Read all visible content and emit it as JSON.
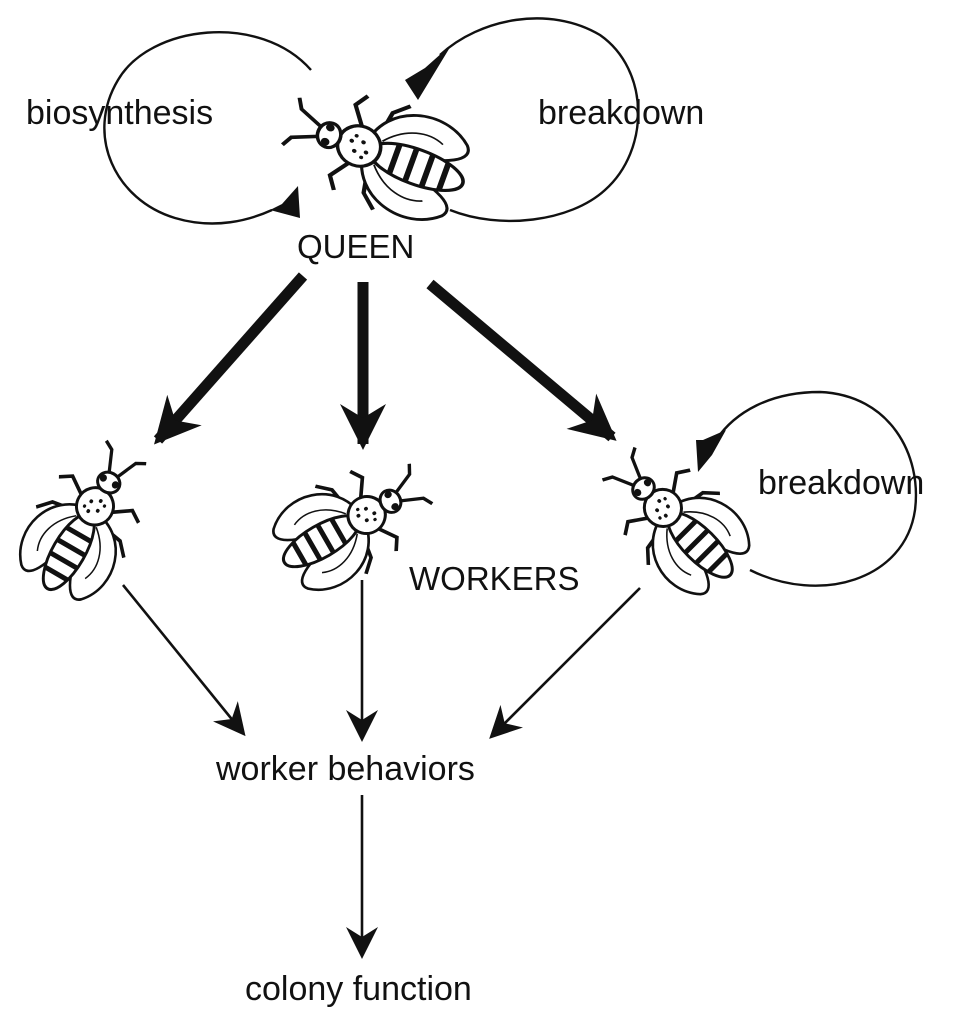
{
  "diagram": {
    "queen_label": "QUEEN",
    "biosynthesis_label": "biosynthesis",
    "queen_breakdown_label": "breakdown",
    "worker_breakdown_label": "breakdown",
    "workers_label": "WORKERS",
    "worker_behaviors_label": "worker behaviors",
    "colony_function_label": "colony function"
  },
  "colors": {
    "ink": "#111111",
    "background": "#ffffff"
  },
  "icons": [
    "queen-bee-icon",
    "worker-bee-icon"
  ]
}
